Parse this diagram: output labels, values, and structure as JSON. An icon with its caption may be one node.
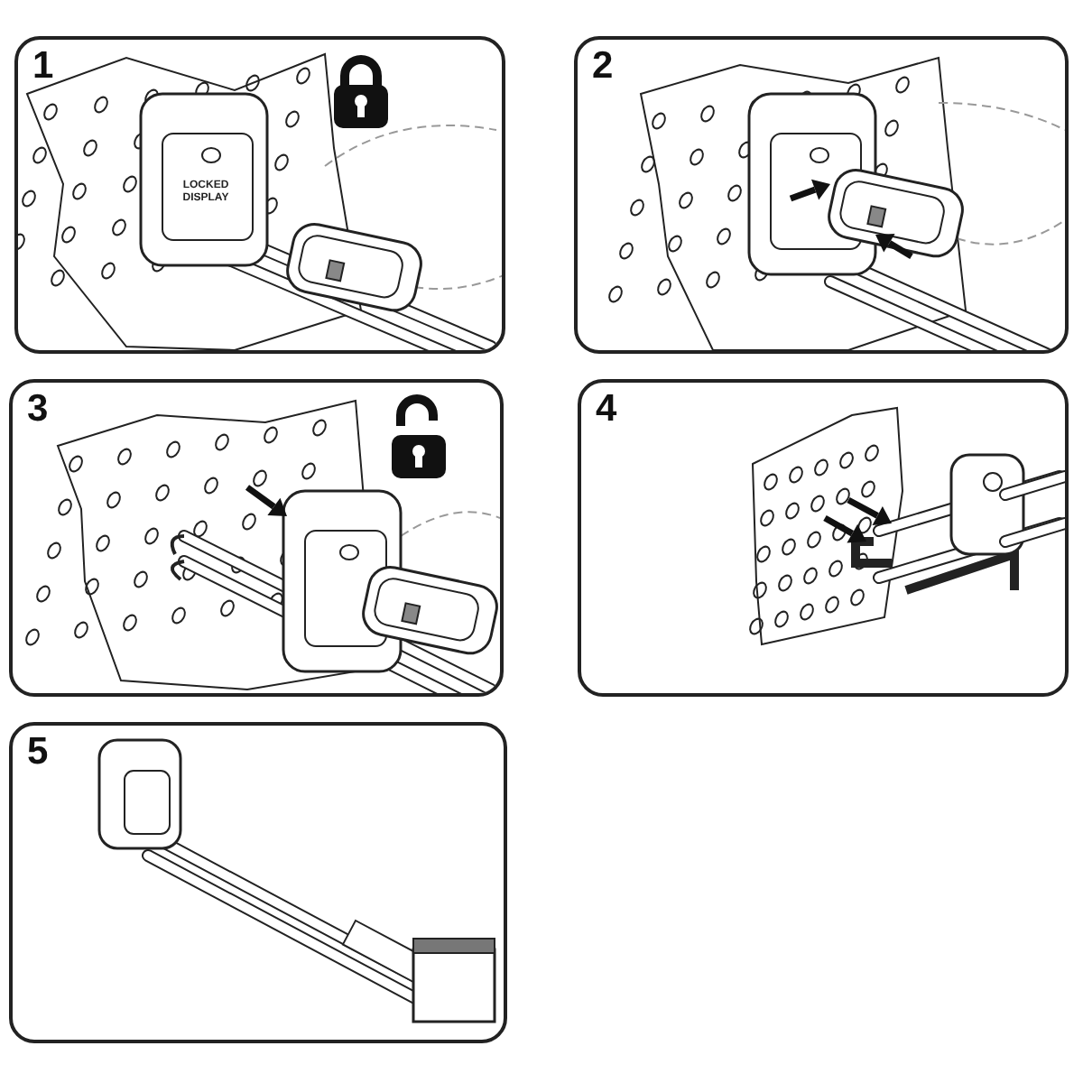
{
  "diagram": {
    "labels": [
      "1",
      "LOCKED DISPLAY",
      "2",
      "3",
      "4",
      "5"
    ]
  }
}
